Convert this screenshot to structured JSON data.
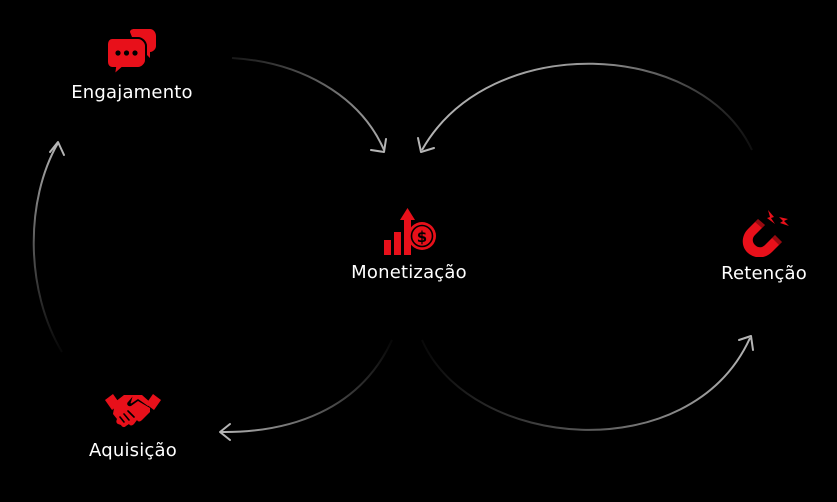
{
  "diagram": {
    "nodes": {
      "engajamento": {
        "label": "Engajamento",
        "icon": "chat-bubbles-icon"
      },
      "monetizacao": {
        "label": "Monetização",
        "icon": "money-growth-icon"
      },
      "retencao": {
        "label": "Retenção",
        "icon": "magnet-icon"
      },
      "aquisicao": {
        "label": "Aquisição",
        "icon": "handshake-icon"
      }
    },
    "flow": [
      "Aquisição",
      "Engajamento",
      "Monetização",
      "Retenção",
      "Monetização",
      "Aquisição"
    ]
  },
  "colors": {
    "background": "#000000",
    "accent": "#e8101a",
    "text": "#ffffff",
    "arrow": "#9a9a9a"
  }
}
